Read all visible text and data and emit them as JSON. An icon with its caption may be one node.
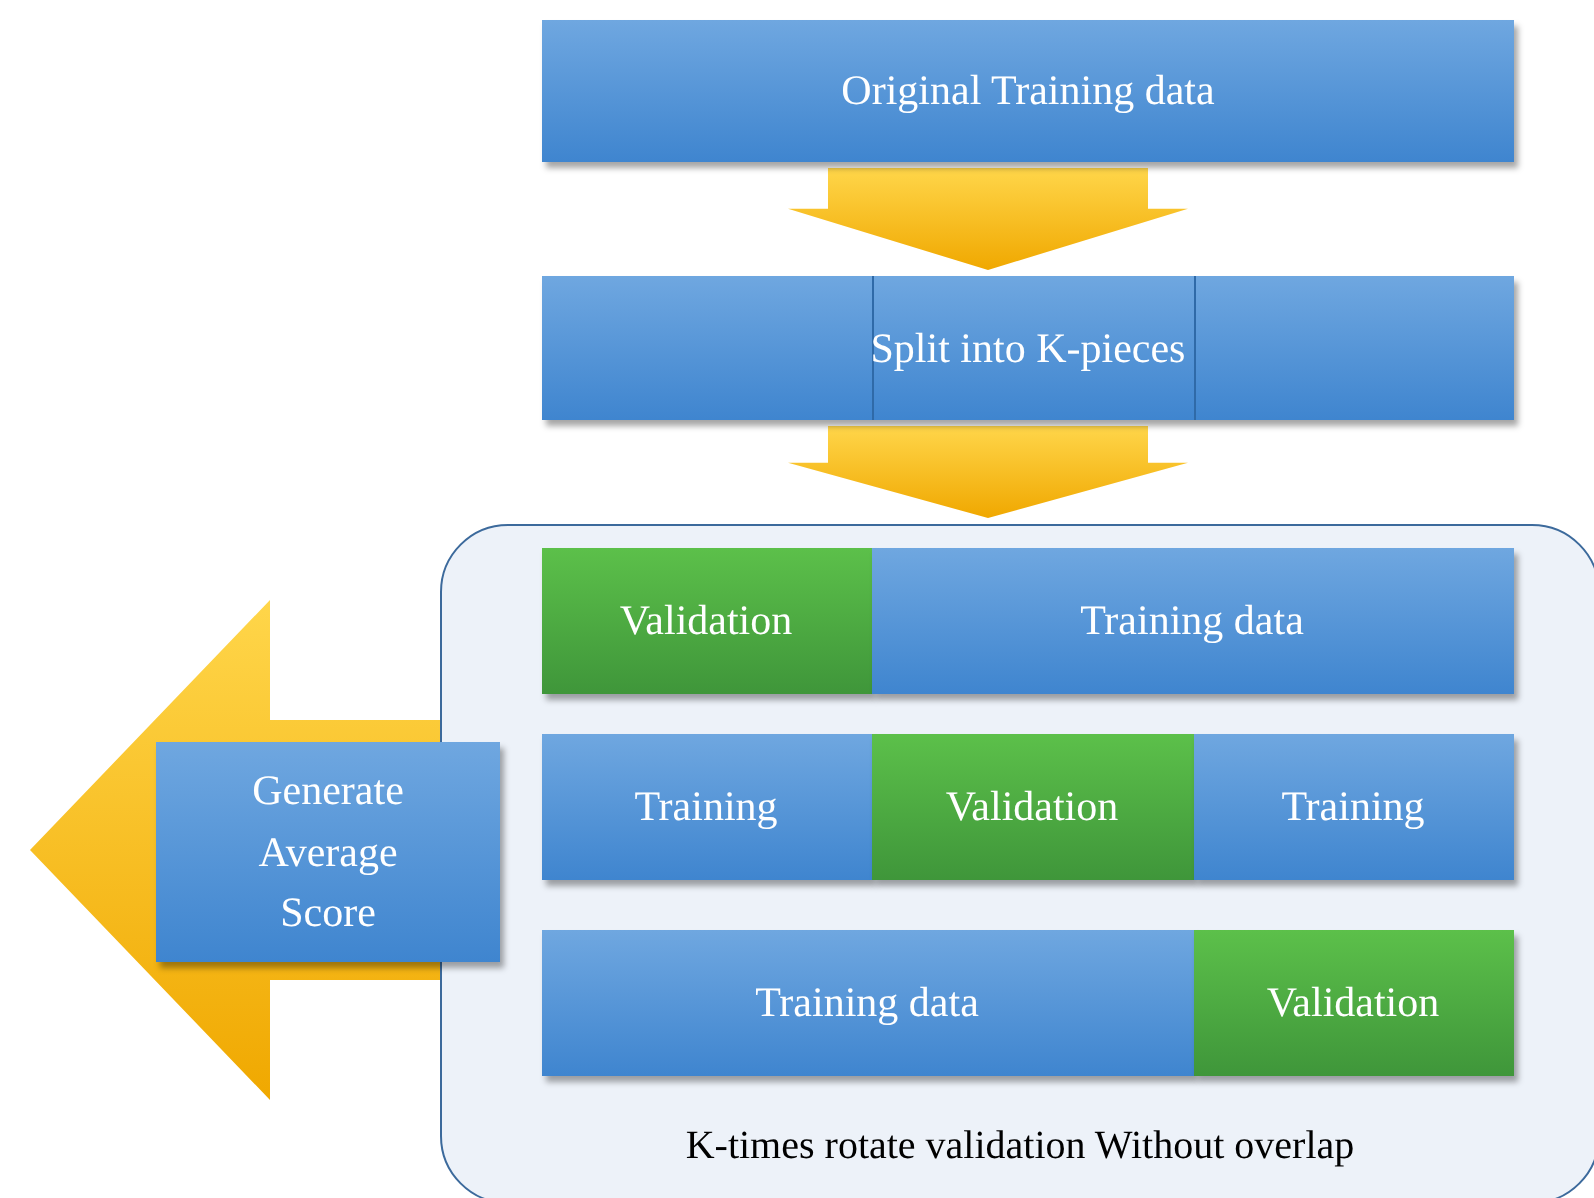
{
  "diagram": {
    "nodes": [
      {
        "text": [
          "Original Training data"
        ]
      },
      {
        "text": [
          "Split into K-pieces"
        ]
      },
      {
        "text": [
          "K-times rotate validation Without overlap"
        ]
      },
      {
        "text": [
          "Validation"
        ],
        "in": 2
      },
      {
        "text": [
          "Training data"
        ],
        "in": 2
      },
      {
        "text": [
          "Training"
        ],
        "in": 2
      },
      {
        "text": [
          "Validation"
        ],
        "in": 2
      },
      {
        "text": [
          "Training"
        ],
        "in": 2
      },
      {
        "text": [
          "Training data"
        ],
        "in": 2
      },
      {
        "text": [
          "Validation"
        ],
        "in": 2
      },
      {
        "text": [
          "Generate Average Score"
        ]
      }
    ],
    "edges": [
      {
        "from": 0,
        "to": 1,
        "arrow": "to"
      },
      {
        "from": 1,
        "to": 2,
        "arrow": "to"
      },
      {
        "from": 2,
        "to": null,
        "arrow": "to"
      }
    ]
  }
}
